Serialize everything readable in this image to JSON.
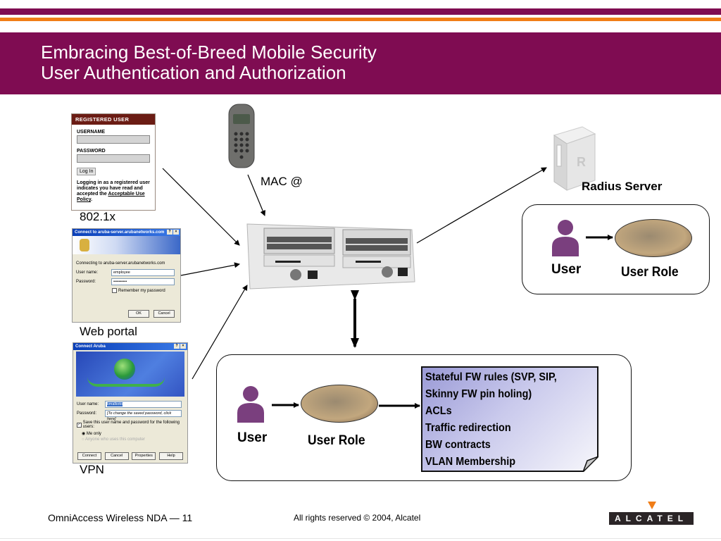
{
  "header": {
    "title_line1": "Embracing Best-of-Breed Mobile Security",
    "title_line2": "User Authentication and Authorization"
  },
  "colors": {
    "brand": "#7f0c52",
    "accent": "#f07d17",
    "user_icon": "#7a3f7e"
  },
  "auth_methods": [
    {
      "label": "802.1x",
      "widget": {
        "header": "REGISTERED USER",
        "username_label": "USERNAME",
        "password_label": "PASSWORD",
        "button": "Log In",
        "note_prefix": "Logging in as a registered user indicates you have read and accepted the ",
        "note_link": "Acceptable Use Policy",
        "note_suffix": "."
      }
    },
    {
      "label": "Web portal",
      "widget": {
        "title": "Connect to aruba-server.arubanetworks.com",
        "connecting": "Connecting to aruba-server.arubanetworks.com",
        "username_label": "User name:",
        "username_value": "employee",
        "password_label": "Password:",
        "password_value": "••••••••••",
        "remember": "Remember my password",
        "ok": "OK",
        "cancel": "Cancel"
      }
    },
    {
      "label": "VPN",
      "widget": {
        "title": "Connect Aruba",
        "username_label": "User name:",
        "username_value": "kmalkoto",
        "password_label": "Password:",
        "password_value": "[To change the saved password, click here]",
        "save": "Save this user name and password for the following users:",
        "me_only": "Me only",
        "anyone": "Anyone who uses this computer",
        "connect": "Connect",
        "cancel": "Cancel",
        "properties": "Properties",
        "help": "Help"
      }
    }
  ],
  "phone_label": "MAC @",
  "radius": {
    "label": "Radius Server",
    "user_label": "User",
    "role_label": "User Role"
  },
  "switch_section": {
    "user_label": "User",
    "role_label": "User Role",
    "policies": [
      "Stateful FW rules (SVP, SIP,",
      "Skinny FW pin holing)",
      "ACLs",
      "Traffic redirection",
      "BW contracts",
      "VLAN Membership"
    ]
  },
  "footer": {
    "left": "OmniAccess Wireless NDA — 11",
    "center": "All rights reserved © 2004, Alcatel",
    "logo": "ALCATEL"
  }
}
